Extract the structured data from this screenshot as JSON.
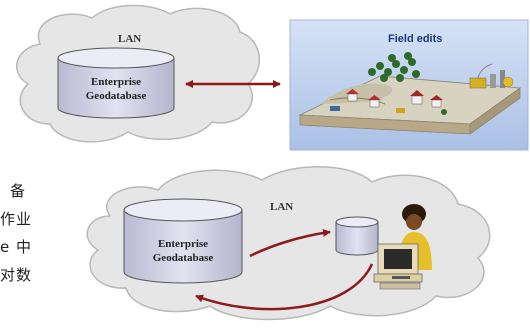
{
  "top": {
    "cloud_label": "LAN",
    "database_label": [
      "Enterprise",
      "Geodatabase"
    ],
    "field_panel_title": "Field edits"
  },
  "bottom": {
    "cloud_label": "LAN",
    "database_label": [
      "Enterprise",
      "Geodatabase"
    ]
  },
  "side_text": [
    "备",
    "作业",
    "e 中",
    "对数"
  ],
  "colors": {
    "arrow": "#8b1a1a",
    "cylinder": "#d2d2e4",
    "cloud": "#e6e6e6",
    "panel_bg": "#c8d8f0"
  }
}
